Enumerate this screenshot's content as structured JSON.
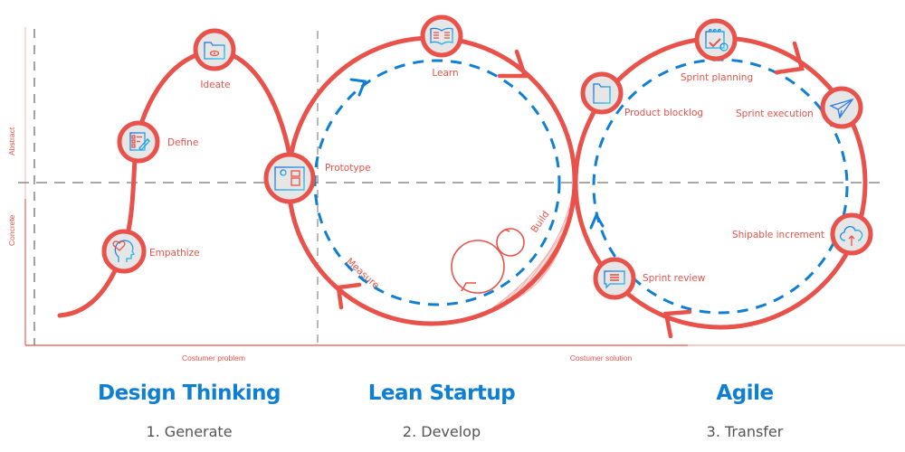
{
  "colors": {
    "accent": "#e8524a",
    "accent_light": "#f6b2ad",
    "blue": "#0f7fd3",
    "node_fill": "#e6e6e6",
    "guide": "#8a8a8a"
  },
  "axes": {
    "y_top_label": "Abstract",
    "y_bottom_label": "Concrete",
    "x_left_label": "Costumer problem",
    "x_right_label": "Costumer solution"
  },
  "design_thinking": {
    "nodes": [
      {
        "label": "Empathize",
        "icon": "head-heart-icon"
      },
      {
        "label": "Define",
        "icon": "checklist-pencil-icon"
      },
      {
        "label": "Ideate",
        "icon": "folder-eye-icon"
      },
      {
        "label": "Prototype",
        "icon": "profile-card-icon"
      }
    ]
  },
  "lean_startup": {
    "nodes": [
      {
        "label": "Learn",
        "icon": "open-book-icon"
      }
    ],
    "arc_labels": {
      "build": "Build",
      "measure": "Measure"
    }
  },
  "agile": {
    "nodes": [
      {
        "label": "Sprint planning",
        "icon": "calendar-check-icon"
      },
      {
        "label": "Sprint execution",
        "icon": "paper-plane-icon"
      },
      {
        "label": "Shipable increment",
        "icon": "cloud-upload-icon"
      },
      {
        "label": "Sprint review",
        "icon": "chat-bubble-icon"
      },
      {
        "label": "Product blocklog",
        "icon": "folder-icon"
      }
    ]
  },
  "sections": [
    {
      "title": "Design Thinking",
      "subtitle": "1. Generate"
    },
    {
      "title": "Lean Startup",
      "subtitle": "2. Develop"
    },
    {
      "title": "Agile",
      "subtitle": "3. Transfer"
    }
  ]
}
